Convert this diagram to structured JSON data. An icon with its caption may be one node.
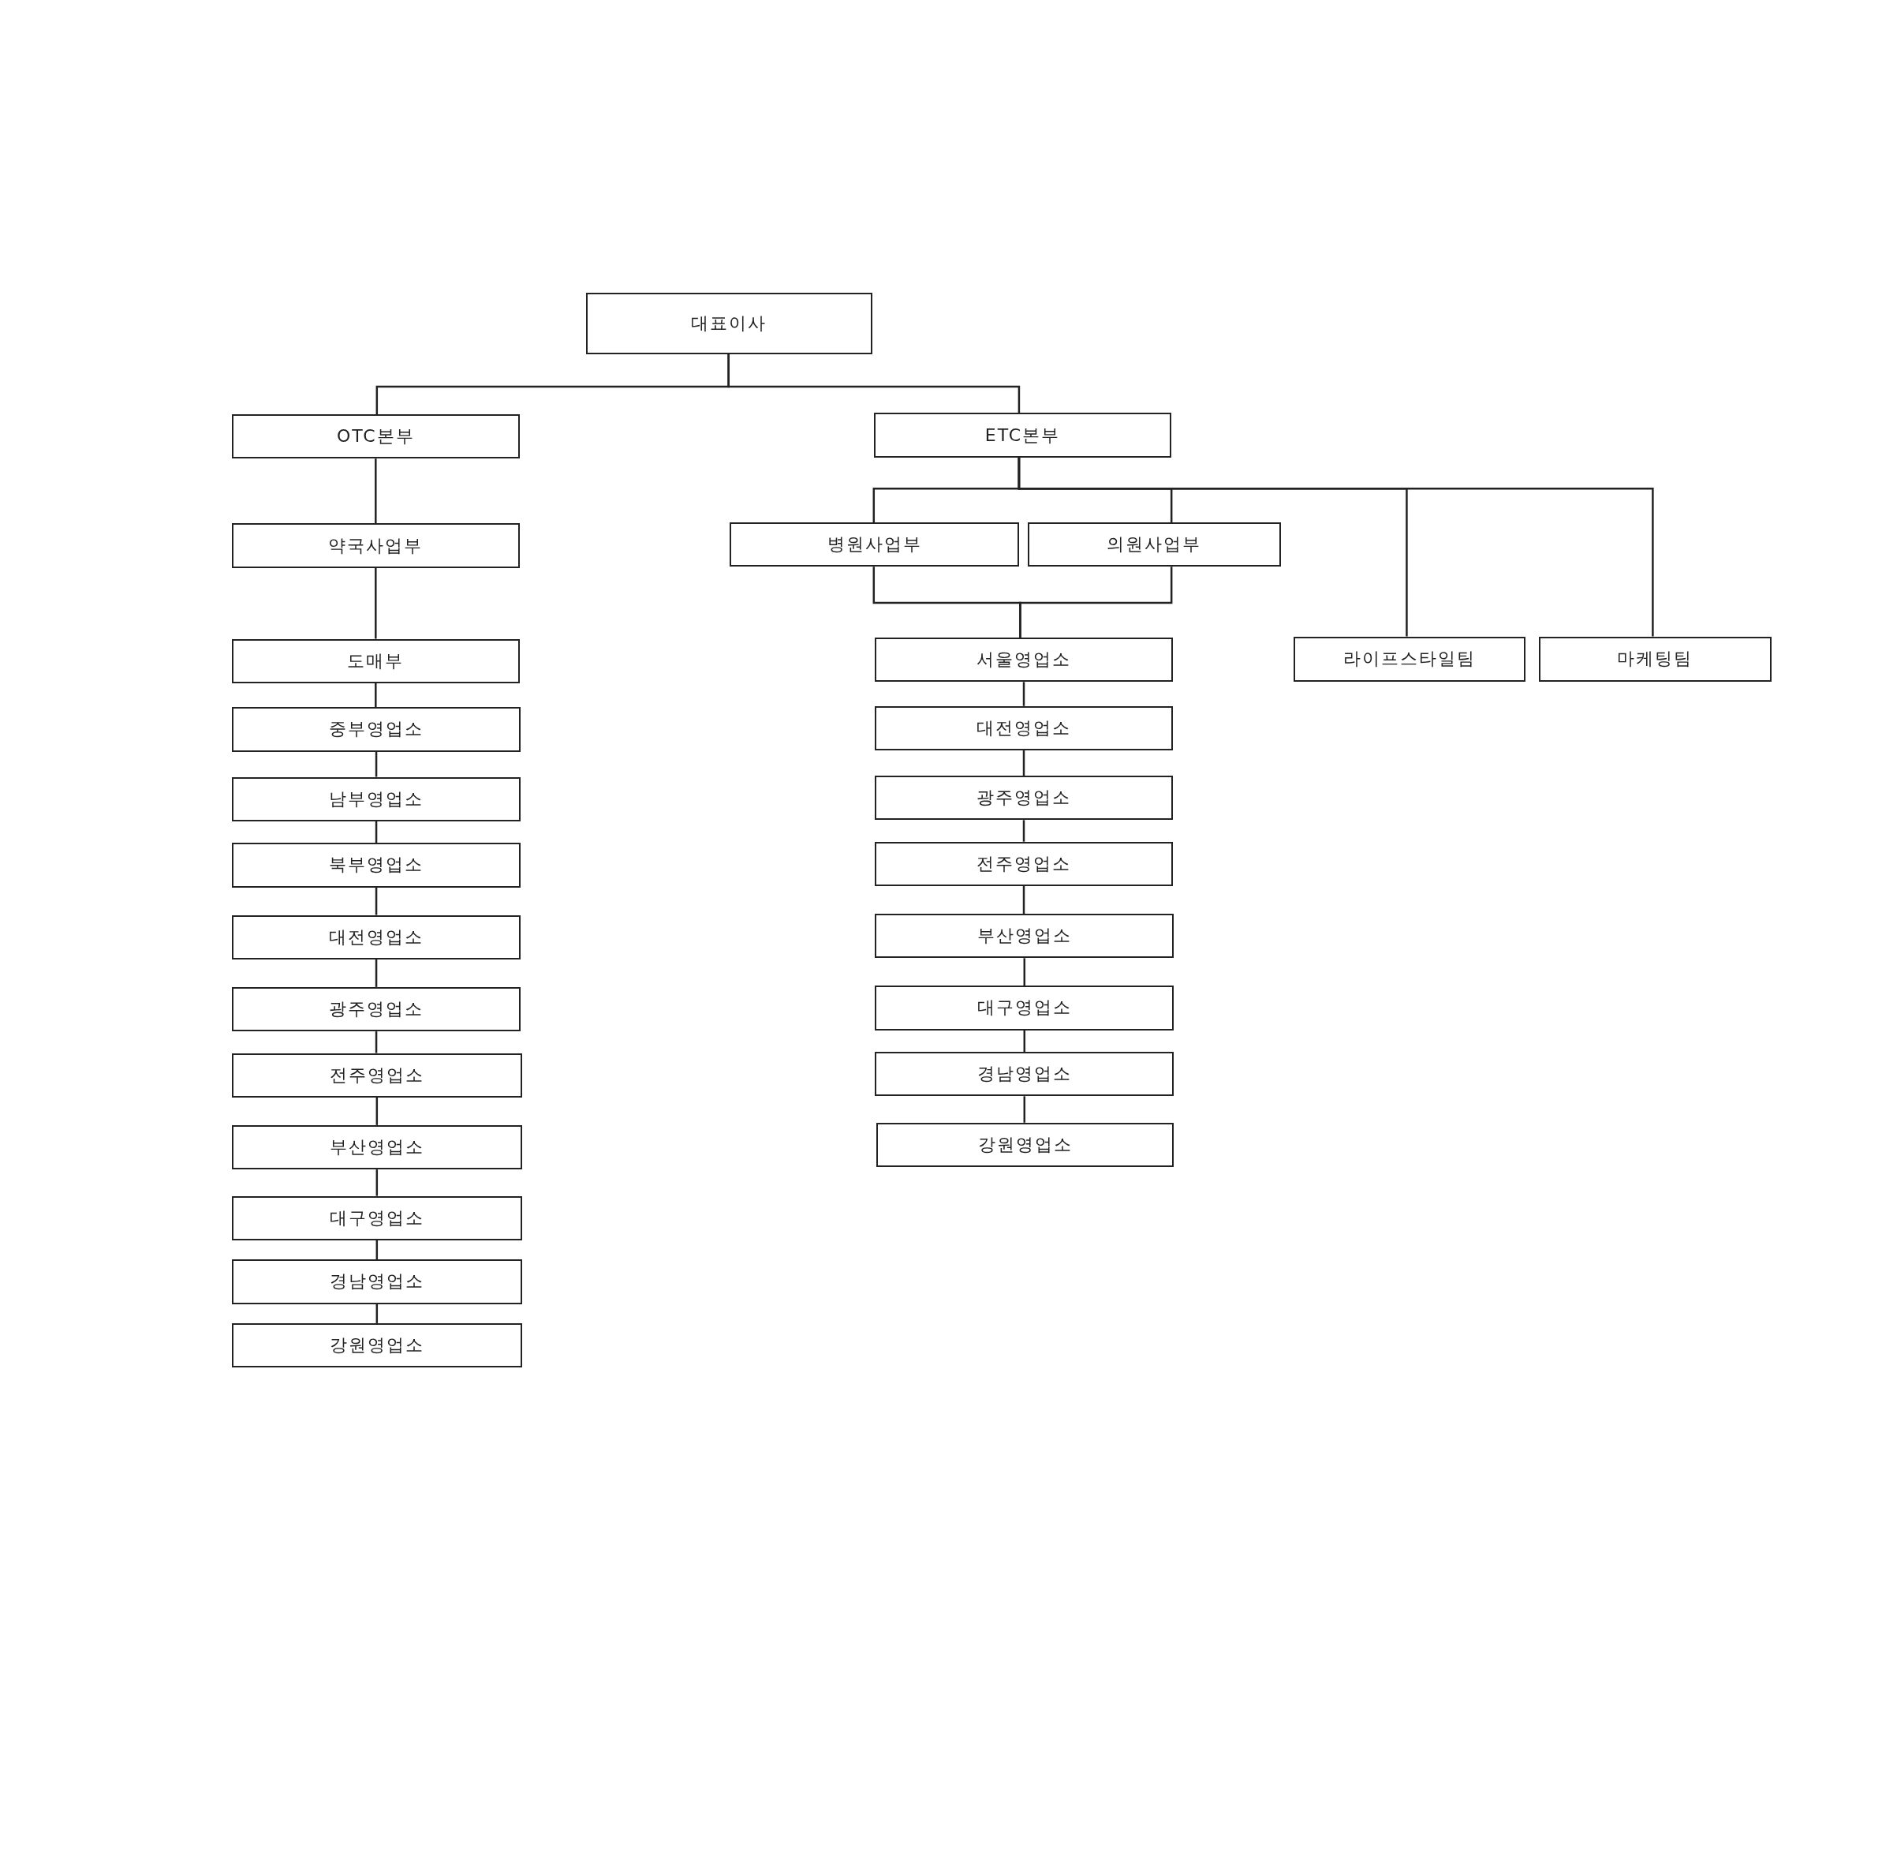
{
  "diagram": {
    "nodes": [
      {
        "text": [
          "대표이사"
        ]
      },
      {
        "text": [
          "OTC본부"
        ]
      },
      {
        "text": [
          "ETC본부"
        ]
      },
      {
        "text": [
          "약국사업부"
        ]
      },
      {
        "text": [
          "도매부"
        ]
      },
      {
        "text": [
          "중부영업소"
        ]
      },
      {
        "text": [
          "남부영업소"
        ]
      },
      {
        "text": [
          "북부영업소"
        ]
      },
      {
        "text": [
          "대전영업소"
        ]
      },
      {
        "text": [
          "광주영업소"
        ]
      },
      {
        "text": [
          "전주영업소"
        ]
      },
      {
        "text": [
          "부산영업소"
        ]
      },
      {
        "text": [
          "대구영업소"
        ]
      },
      {
        "text": [
          "경남영업소"
        ]
      },
      {
        "text": [
          "강원영업소"
        ]
      },
      {
        "text": [
          "병원사업부"
        ]
      },
      {
        "text": [
          "의원사업부"
        ]
      },
      {
        "text": [
          "라이프스타일팀"
        ]
      },
      {
        "text": [
          "마케팅팀"
        ]
      },
      {
        "text": [
          "서울영업소"
        ]
      },
      {
        "text": [
          "대전영업소"
        ]
      },
      {
        "text": [
          "광주영업소"
        ]
      },
      {
        "text": [
          "전주영업소"
        ]
      },
      {
        "text": [
          "부산영업소"
        ]
      },
      {
        "text": [
          "대구영업소"
        ]
      },
      {
        "text": [
          "경남영업소"
        ]
      },
      {
        "text": [
          "강원영업소"
        ]
      }
    ],
    "edges": [
      {
        "from": 0,
        "to": 1,
        "arrow": "none"
      },
      {
        "from": 0,
        "to": 2,
        "arrow": "none"
      },
      {
        "from": 1,
        "to": 3,
        "arrow": "none"
      },
      {
        "from": 3,
        "to": 4,
        "arrow": "none"
      },
      {
        "from": 4,
        "to": 5,
        "arrow": "none"
      },
      {
        "from": 5,
        "to": 6,
        "arrow": "none"
      },
      {
        "from": 6,
        "to": 7,
        "arrow": "none"
      },
      {
        "from": 7,
        "to": 8,
        "arrow": "none"
      },
      {
        "from": 8,
        "to": 9,
        "arrow": "none"
      },
      {
        "from": 9,
        "to": 10,
        "arrow": "none"
      },
      {
        "from": 10,
        "to": 11,
        "arrow": "none"
      },
      {
        "from": 11,
        "to": 12,
        "arrow": "none"
      },
      {
        "from": 12,
        "to": 13,
        "arrow": "none"
      },
      {
        "from": 13,
        "to": 14,
        "arrow": "none"
      },
      {
        "from": 2,
        "to": 15,
        "arrow": "none"
      },
      {
        "from": 2,
        "to": 16,
        "arrow": "none"
      },
      {
        "from": 2,
        "to": 17,
        "arrow": "none"
      },
      {
        "from": 2,
        "to": 18,
        "arrow": "none"
      },
      {
        "from": 15,
        "to": 19,
        "arrow": "none"
      },
      {
        "from": 16,
        "to": 19,
        "arrow": "none"
      },
      {
        "from": 19,
        "to": 20,
        "arrow": "none"
      },
      {
        "from": 20,
        "to": 21,
        "arrow": "none"
      },
      {
        "from": 21,
        "to": 22,
        "arrow": "none"
      },
      {
        "from": 22,
        "to": 23,
        "arrow": "none"
      },
      {
        "from": 23,
        "to": 24,
        "arrow": "none"
      },
      {
        "from": 24,
        "to": 25,
        "arrow": "none"
      },
      {
        "from": 25,
        "to": 26,
        "arrow": "none"
      }
    ]
  }
}
